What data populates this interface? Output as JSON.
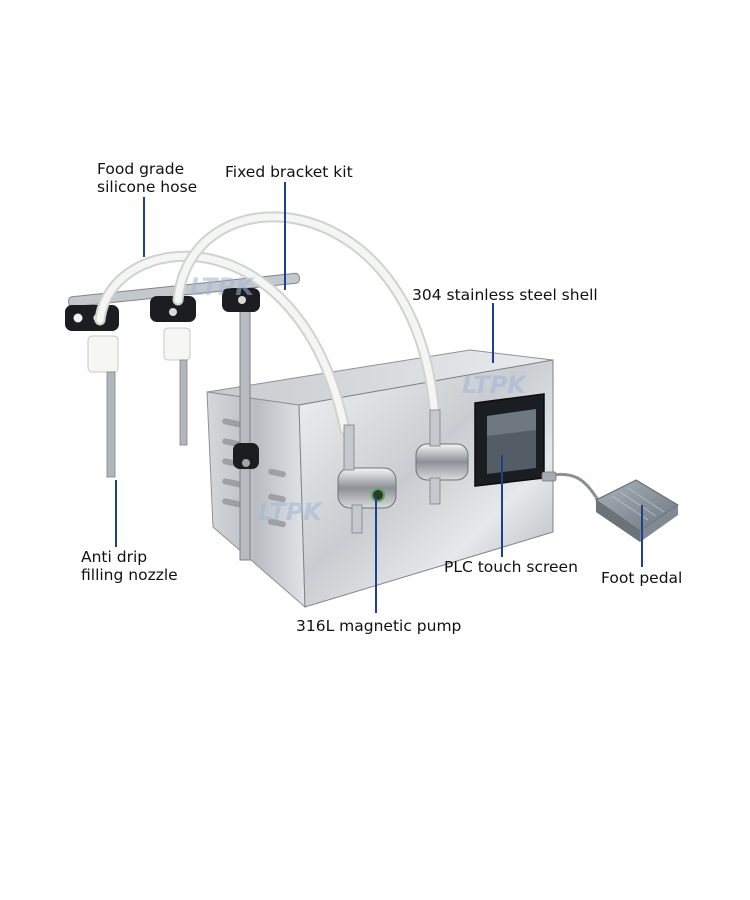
{
  "watermark": "LTPK",
  "colors": {
    "leader_line": "#1f3f8f",
    "steel_light": "#e4e6e9",
    "steel_dark": "#9a9fa5",
    "hose": "#f1f3f0",
    "pedal": "#8d97a0",
    "screen": "#1a1d22"
  },
  "callouts": {
    "silicone_hose": "Food grade\nsilicone hose",
    "bracket_kit": "Fixed bracket kit",
    "steel_shell": "304 stainless steel shell",
    "nozzle": "Anti drip\nfilling nozzle",
    "touch_screen": "PLC touch screen",
    "foot_pedal": "Foot pedal",
    "magnetic_pump": "316L magnetic pump"
  },
  "icons": {
    "machine": "filling-machine-icon",
    "pedal": "foot-pedal-icon"
  }
}
